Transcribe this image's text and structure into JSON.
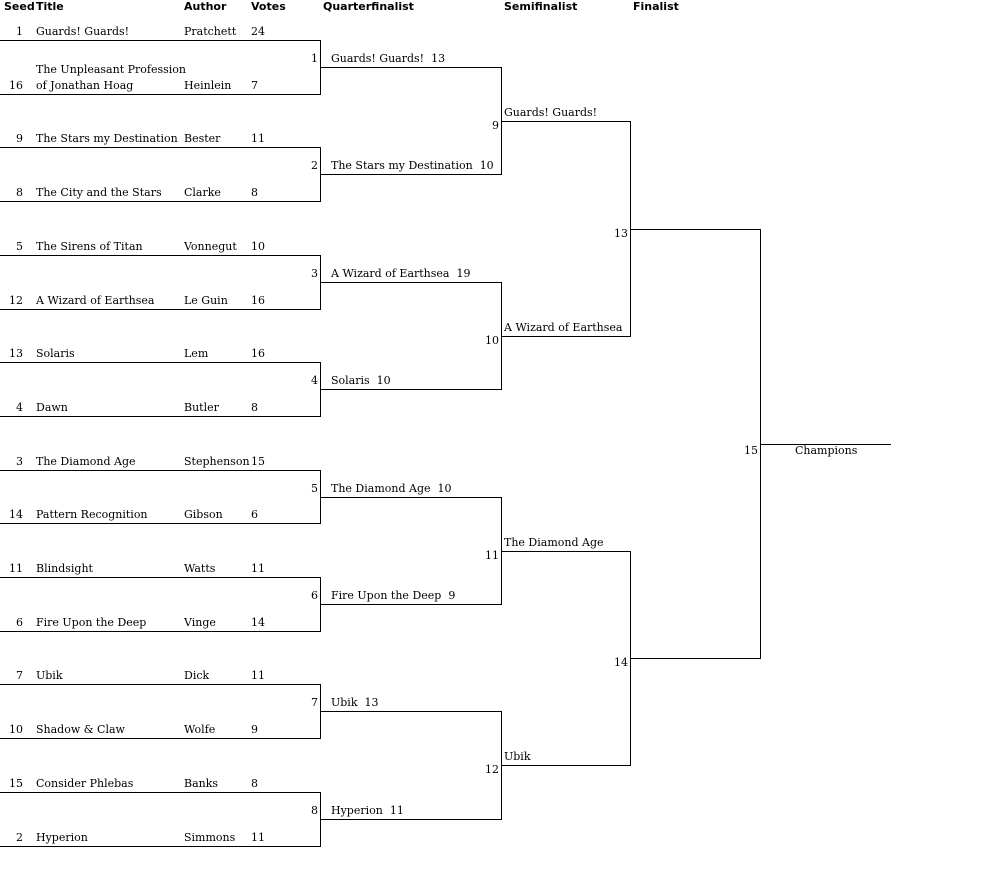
{
  "headers": {
    "seed": "Seed",
    "title": "Title",
    "author": "Author",
    "votes": "Votes",
    "quarterfinalist": "Quarterfinalist",
    "semifinalist": "Semifinalist",
    "finalist": "Finalist"
  },
  "entrants": [
    {
      "seed": "1",
      "title": "Guards! Guards!",
      "author": "Pratchett",
      "votes": "24"
    },
    {
      "seed": "16",
      "title": "The Unpleasant Profession of Jonathan Hoag",
      "title_line1": "The Unpleasant Profession",
      "title_line2": "of Jonathan Hoag",
      "author": "Heinlein",
      "votes": "7"
    },
    {
      "seed": "9",
      "title": "The Stars my Destination",
      "author": "Bester",
      "votes": "11"
    },
    {
      "seed": "8",
      "title": "The City and the Stars",
      "author": "Clarke",
      "votes": "8"
    },
    {
      "seed": "5",
      "title": "The Sirens of Titan",
      "author": "Vonnegut",
      "votes": "10"
    },
    {
      "seed": "12",
      "title": "A Wizard of Earthsea",
      "author": "Le Guin",
      "votes": "16"
    },
    {
      "seed": "13",
      "title": "Solaris",
      "author": "Lem",
      "votes": "16"
    },
    {
      "seed": "4",
      "title": "Dawn",
      "author": "Butler",
      "votes": "8"
    },
    {
      "seed": "3",
      "title": "The Diamond Age",
      "author": "Stephenson",
      "votes": "15"
    },
    {
      "seed": "14",
      "title": "Pattern Recognition",
      "author": "Gibson",
      "votes": "6"
    },
    {
      "seed": "11",
      "title": "Blindsight",
      "author": "Watts",
      "votes": "11"
    },
    {
      "seed": "6",
      "title": "Fire Upon the Deep",
      "author": "Vinge",
      "votes": "14"
    },
    {
      "seed": "7",
      "title": "Ubik",
      "author": "Dick",
      "votes": "11"
    },
    {
      "seed": "10",
      "title": "Shadow & Claw",
      "author": "Wolfe",
      "votes": "9"
    },
    {
      "seed": "15",
      "title": "Consider Phlebas",
      "author": "Banks",
      "votes": "8"
    },
    {
      "seed": "2",
      "title": "Hyperion",
      "author": "Simmons",
      "votes": "11"
    }
  ],
  "quarterfinals": [
    {
      "match": "1",
      "title": "Guards! Guards!",
      "votes": "13"
    },
    {
      "match": "2",
      "title": "The Stars my Destination",
      "votes": "10"
    },
    {
      "match": "3",
      "title": "A Wizard of Earthsea",
      "votes": "19"
    },
    {
      "match": "4",
      "title": "Solaris",
      "votes": "10"
    },
    {
      "match": "5",
      "title": "The Diamond Age",
      "votes": "10"
    },
    {
      "match": "6",
      "title": "Fire Upon the Deep",
      "votes": "9"
    },
    {
      "match": "7",
      "title": "Ubik",
      "votes": "13"
    },
    {
      "match": "8",
      "title": "Hyperion",
      "votes": "11"
    }
  ],
  "semifinals": [
    {
      "match": "9",
      "title": "Guards! Guards!"
    },
    {
      "match": "10",
      "title": "A Wizard of Earthsea"
    },
    {
      "match": "11",
      "title": "The Diamond Age"
    },
    {
      "match": "12",
      "title": "Ubik"
    }
  ],
  "finals": [
    {
      "match": "13"
    },
    {
      "match": "14"
    }
  ],
  "championship": {
    "match": "15",
    "label": "Champions"
  }
}
